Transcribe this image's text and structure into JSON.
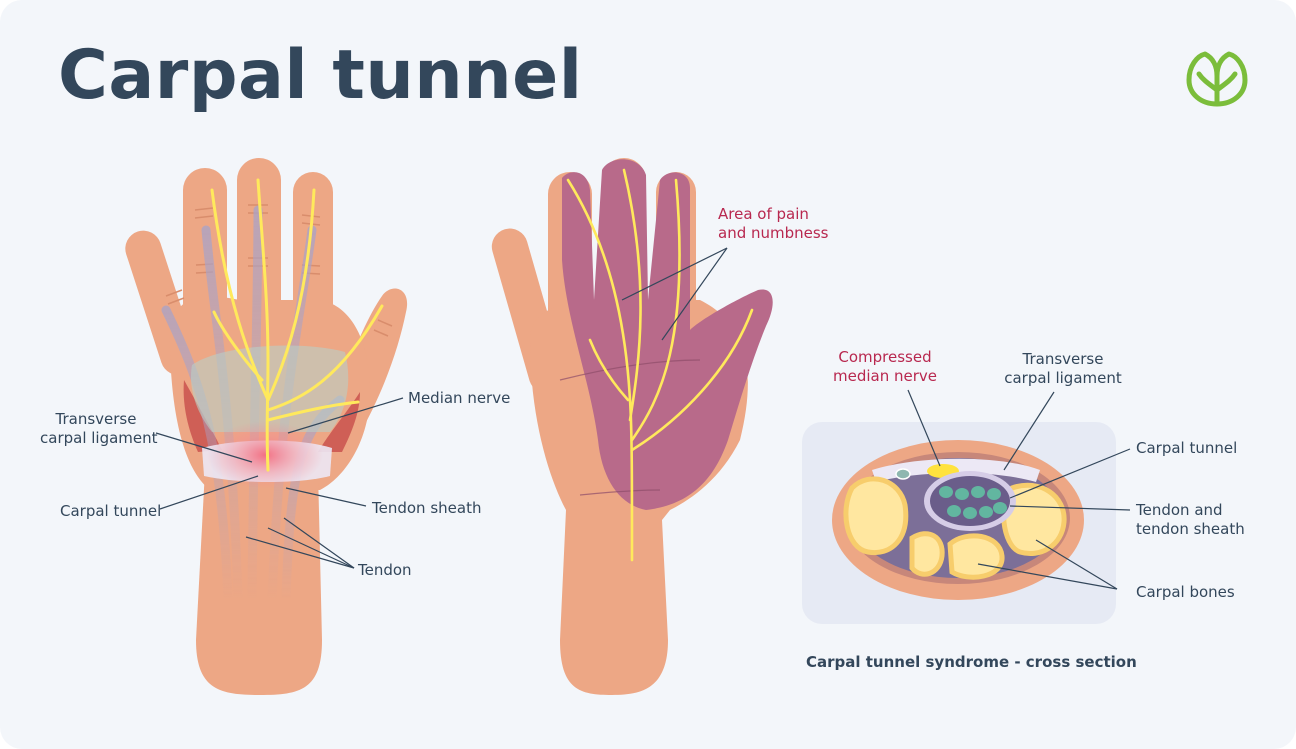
{
  "title": "Carpal tunnel",
  "labels": {
    "transverse_left_1": "Transverse",
    "transverse_left_2": "carpal ligament",
    "median_nerve": "Median nerve",
    "carpal_tunnel_left": "Carpal tunnel",
    "tendon_sheath": "Tendon sheath",
    "tendon": "Tendon",
    "pain_1": "Area of pain",
    "pain_2": "and numbness",
    "compressed_1": "Compressed",
    "compressed_2": "median nerve",
    "transverse_right_1": "Transverse",
    "transverse_right_2": "carpal ligament",
    "carpal_tunnel_right": "Carpal tunnel",
    "tendon_and_1": "Tendon and",
    "tendon_and_2": "tendon sheath",
    "carpal_bones": "Carpal bones"
  },
  "caption": "Carpal tunnel syndrome - cross section",
  "icons": {
    "logo": "leaf-logo-icon"
  },
  "colors": {
    "background": "#f3f6fa",
    "skin": "#eda785",
    "skin_dark": "#d98d6c",
    "nerve": "#ffe95c",
    "numb_area": "#b86a8a",
    "tendon": "#a9a3c8",
    "ligament": "#e9e5f3",
    "inflammation": "#f06a7e",
    "text": "#33475b",
    "accent_red": "#b8284f",
    "logo_green": "#7bbd3b"
  }
}
